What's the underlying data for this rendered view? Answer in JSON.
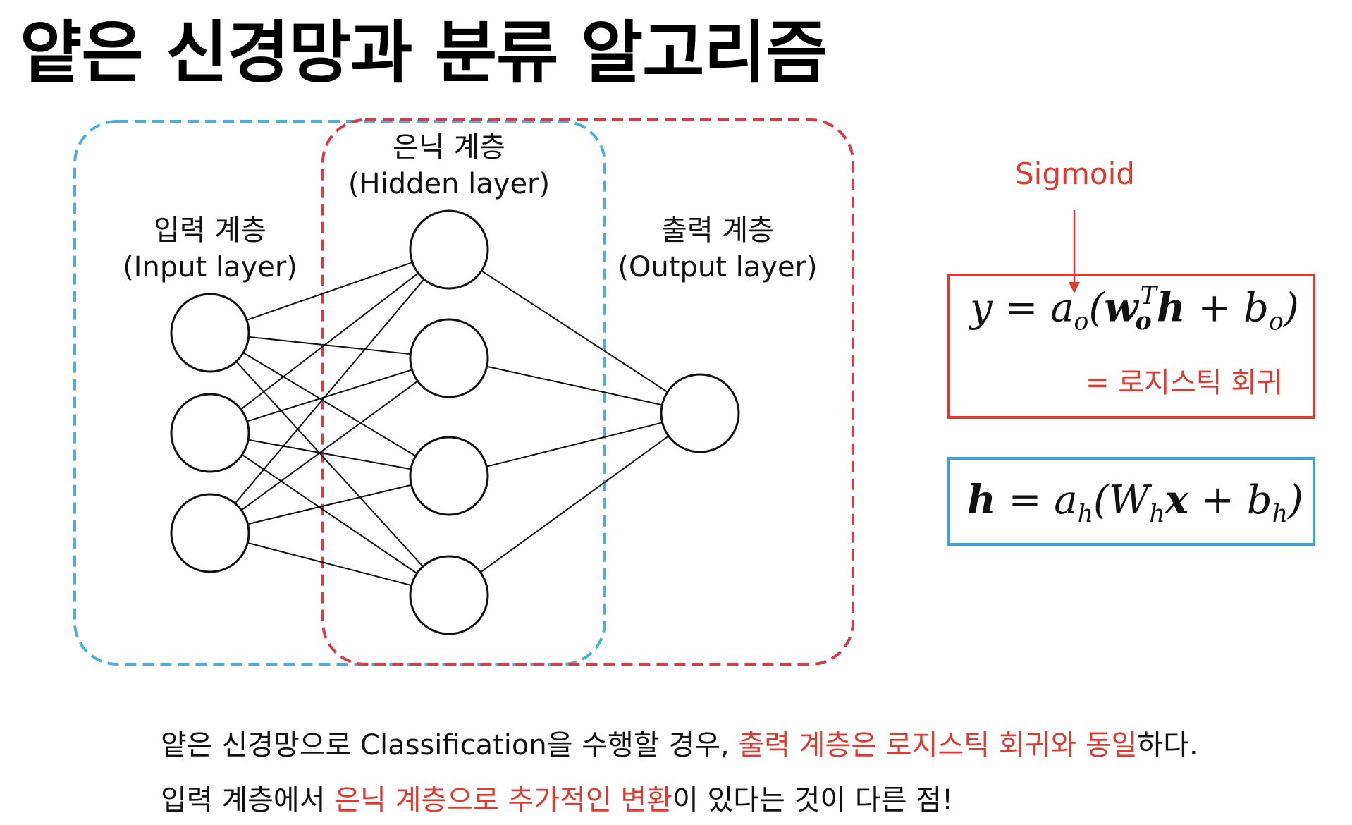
{
  "title": "얕은 신경망과 분류 알고리즘",
  "layers": {
    "input": {
      "label_ko": "입력 계층",
      "label_en": "(Input layer)"
    },
    "hidden": {
      "label_ko": "은닉 계층",
      "label_en": "(Hidden layer)"
    },
    "output": {
      "label_ko": "출력 계층",
      "label_en": "(Output layer)"
    }
  },
  "sigmoid_label": "Sigmoid",
  "formula_output_note": "= 로지스틱 회귀",
  "caption": {
    "line1_a": "얕은 신경망으로 Classification을 수행할 경우, ",
    "line1_b": "출력 계층은 로지스틱 회귀와 동일",
    "line1_c": "하다.",
    "line2_a": "입력 계층에서 ",
    "line2_b": "은닉 계층으로 추가적인 변환",
    "line2_c": "이 있다는 것이 다른 점!"
  },
  "colors": {
    "red": "#e03a30",
    "blue": "#3aa0e0",
    "dash_red": "#d93a4a",
    "dash_blue": "#4aaee0"
  }
}
